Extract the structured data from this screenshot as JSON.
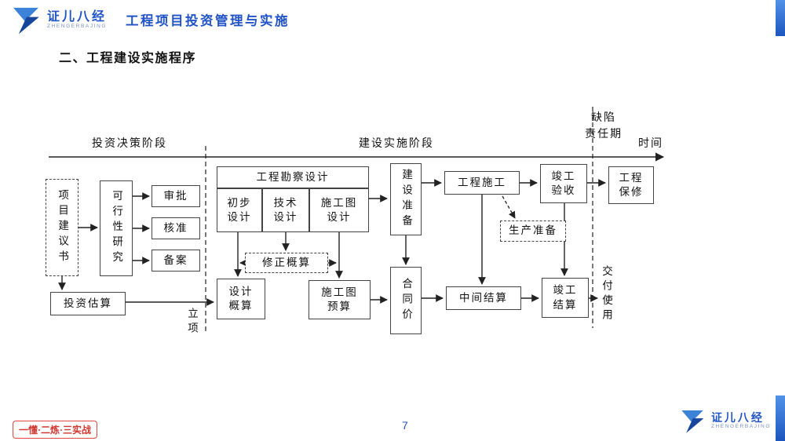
{
  "header": {
    "brand": "证儿八经",
    "brand_sub": "ZHENGERBAJING",
    "title": "工程项目投资管理与实施"
  },
  "slide": {
    "section_title": "二、工程建设实施程序",
    "page_number": "7",
    "slogan": "一懂·二炼·三实战"
  },
  "footer": {
    "brand": "证儿八经",
    "brand_sub": "ZHENGERBAJING"
  },
  "colors": {
    "brand_blue": "#2053c6",
    "accent_red": "#d03830"
  },
  "diagram": {
    "timeline": {
      "phase_decision": "投资决策阶段",
      "phase_implementation": "建设实施阶段",
      "phase_defect_line1": "缺陷",
      "phase_defect_line2": "责任期",
      "time": "时间",
      "milestone_lixiang": "立项",
      "milestone_jiaofu": "交付使用"
    },
    "boxes": {
      "project_proposal": "项目建议书",
      "feasibility_study": "可行性研究",
      "approval": "审批",
      "verification": "核准",
      "filing": "备案",
      "investment_estimate": "投资估算",
      "survey_design": "工程勘察设计",
      "preliminary_design": "初步设计",
      "technical_design": "技术设计",
      "construction_drawing_design": "施工图设计",
      "construction_preparation": "建设准备",
      "construction": "工程施工",
      "completion_acceptance": "竣工验收",
      "warranty": "工程保修",
      "production_preparation": "生产准备",
      "revised_estimate": "修正概算",
      "design_estimate": "设计概算",
      "construction_drawing_budget": "施工图预算",
      "contract_price": "合同价",
      "interim_settlement": "中间结算",
      "completion_settlement": "竣工结算"
    }
  }
}
